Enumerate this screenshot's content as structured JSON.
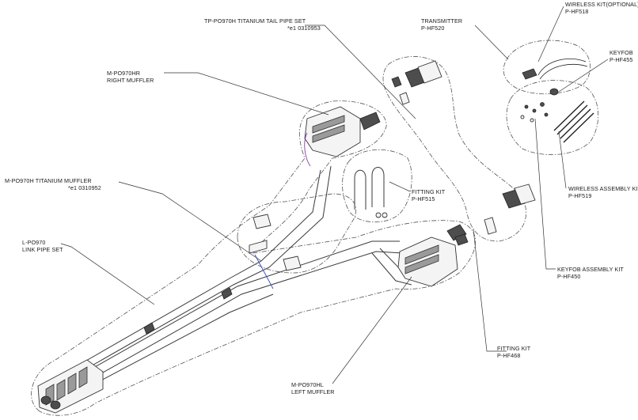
{
  "labels": {
    "tail_pipe": {
      "line1": "TP-PO970H TITANIUM TAIL PIPE SET",
      "line2": "*e1 0310953"
    },
    "right_muffler": {
      "line1": "M-PO970HR",
      "line2": "RIGHT MUFFLER"
    },
    "titanium_muffler": {
      "line1": "M-PO970H TITANIUM MUFFLER",
      "line2": "*e1 0310952"
    },
    "link_pipe": {
      "line1": "L-PO970",
      "line2": "LINK PIPE SET"
    },
    "fitting_kit_515": {
      "line1": "FITTING KIT",
      "line2": "P-HF515"
    },
    "transmitter": {
      "line1": "TRANSMITTER",
      "line2": "P-HF520"
    },
    "wireless_kit": {
      "line1": "WIRELESS KIT(OPTIONAL)",
      "line2": "P-HF518"
    },
    "keyfob": {
      "line1": "KEYFOB",
      "line2": "P-HF455"
    },
    "wireless_assembly": {
      "line1": "WIRELESS ASSEMBLY KIT",
      "line2": "P-HF519"
    },
    "keyfob_assembly": {
      "line1": "KEYFOB ASSEMBLY KIT",
      "line2": "P-HF450"
    },
    "fitting_kit_468": {
      "line1": "FITTING KIT",
      "line2": "P-HF468"
    },
    "left_muffler": {
      "line1": "M-PO970HL",
      "line2": "LEFT MUFFLER"
    }
  },
  "colors": {
    "line": "#333333",
    "background": "#ffffff",
    "accent_purple": "#8a3aa8",
    "accent_blue": "#3050c0"
  }
}
